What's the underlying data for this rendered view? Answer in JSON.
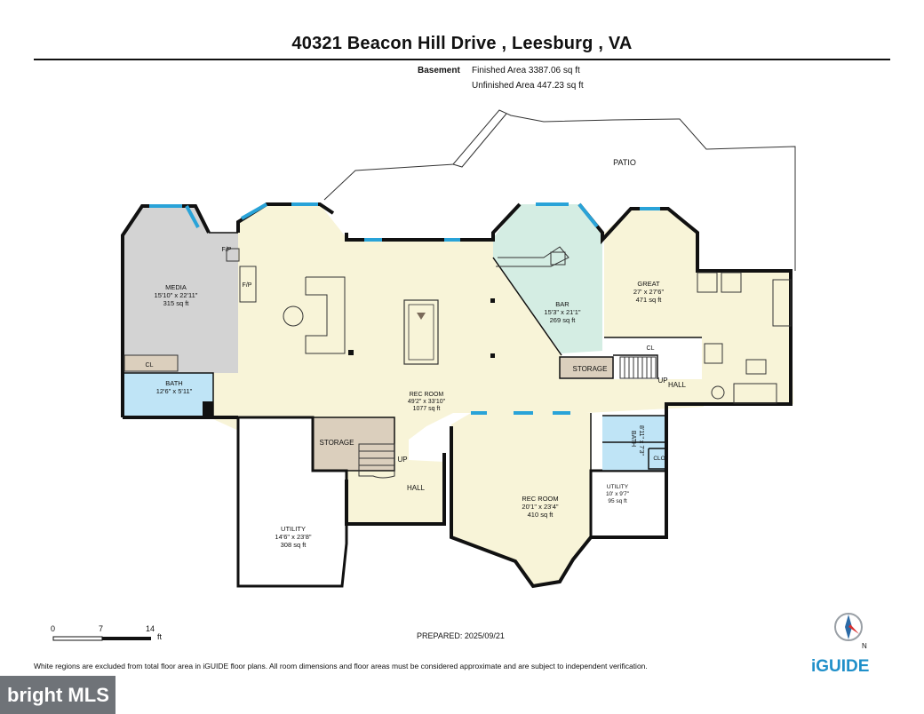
{
  "header": {
    "title": "40321 Beacon Hill Drive , Leesburg , VA",
    "level": "Basement",
    "finished_area": "Finished Area 3387.06 sq ft",
    "unfinished_area": "Unfinished Area 447.23 sq ft"
  },
  "rooms": {
    "patio": {
      "name": "PATIO"
    },
    "media": {
      "name": "MEDIA",
      "dims": "15'10\" x 22'11\"",
      "area": "315 sq ft"
    },
    "bath1": {
      "name": "BATH",
      "dims": "12'6\" x 5'11\""
    },
    "rec1": {
      "name": "REC ROOM",
      "dims": "49'2\" x 33'10\"",
      "area": "1077 sq ft"
    },
    "bar": {
      "name": "BAR",
      "dims": "15'3\" x 21'1\"",
      "area": "269 sq ft"
    },
    "great": {
      "name": "GREAT",
      "dims": "27' x 27'6\"",
      "area": "471 sq ft"
    },
    "storage1": {
      "name": "STORAGE"
    },
    "storage2": {
      "name": "STORAGE"
    },
    "utility1": {
      "name": "UTILITY",
      "dims": "14'6\" x 23'8\"",
      "area": "308 sq ft"
    },
    "rec2": {
      "name": "REC ROOM",
      "dims": "20'1\" x 23'4\"",
      "area": "410 sq ft"
    },
    "utility2": {
      "name": "UTILITY",
      "dims": "10' x 9'7\"",
      "area": "95 sq ft"
    },
    "bath2": {
      "name": "BATH",
      "dims": "8'11\" x 7'3\""
    },
    "labels": {
      "fp1": "F/P",
      "fp2": "F/P",
      "cl1": "CL",
      "cl2": "CL",
      "clo": "CLO",
      "up1": "UP",
      "up2": "UP",
      "hall1": "HALL",
      "hall2": "HALL"
    }
  },
  "scale": {
    "labels": [
      "0",
      "7",
      "14"
    ],
    "unit": "ft"
  },
  "footer": {
    "prepared": "PREPARED: 2025/09/21",
    "disclaimer": "White regions are excluded from total floor area in iGUIDE floor plans. All room dimensions and floor areas must be considered approximate and are subject to independent verification.",
    "logo": "iGUIDE",
    "mls_logo": "bright MLS",
    "compass_letter": "N"
  },
  "colors": {
    "rec": "#f8f4d8",
    "media": "#d3d3d3",
    "bath": "#bfe4f6",
    "bar": "#d4ede3",
    "storage": "#dbcfbd",
    "window": "#29a3d8",
    "wall": "#111111"
  }
}
